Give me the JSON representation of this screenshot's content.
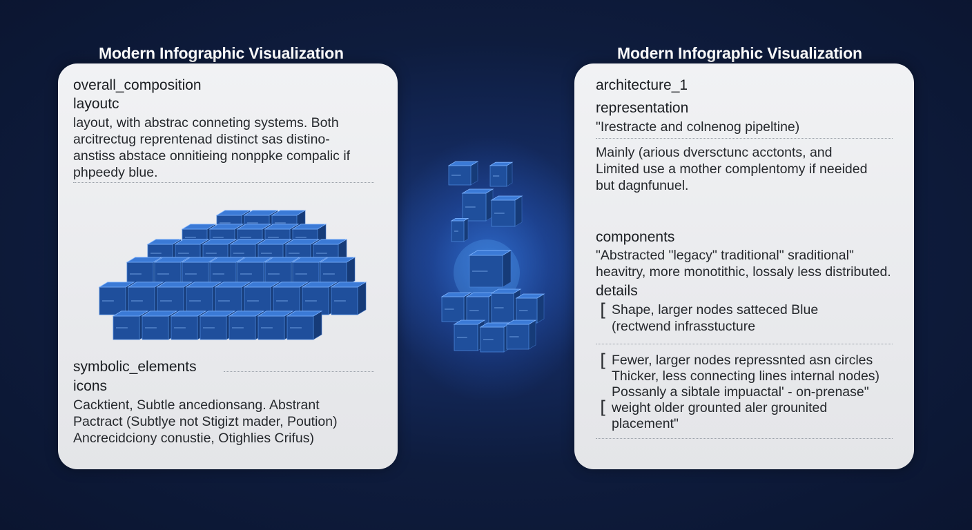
{
  "left_panel": {
    "title": "Modern Infographic Visualization",
    "heading1": "overall_composition",
    "heading2": "layoutc",
    "body": [
      "layout,  with abstrac conneting systems. Both",
      "arcitrectug reprentenad distinct sas distino-",
      "anstiss abstace onnitieing nonppke compalic if",
      "phpeedy blue."
    ],
    "heading3": "symbolic_elements",
    "heading4": "icons",
    "body2": [
      "Cacktient, Subtle ancedionsang. Abstrant",
      "Pactract (Subtlye not Stigizt mader, Poution)",
      "Ancrecidciony conustie, Otighlies Crifus)"
    ]
  },
  "right_panel": {
    "title": "Modern Infographic Visualization",
    "heading1": "architecture_1",
    "heading2": "representation",
    "quote": "\"Irestracte and colnenog pipeltine)",
    "body": [
      "Mainly (arious dversctunc acctonts, and",
      "Limited use a mother complentomy if neeided",
      "but dagnfunuel."
    ],
    "heading3": "components",
    "components": [
      "\"Abstracted \"legacy\" traditional\" sraditional\"",
      "heavitry, more monotithic, lossaly less distributed."
    ],
    "heading4": "details",
    "detail1": [
      "Shape, larger nodes satteced Blue",
      "(rectwend infrasstucture"
    ],
    "detail2": [
      "Fewer, larger nodes repressnted asn circles",
      "Thicker, less connecting lines internal nodes)",
      "Possanly a sibtale impuactal' - on-prenase\"",
      "weight older grounted aler grounited",
      "placement\""
    ],
    "bracket_char": "["
  },
  "colors": {
    "cube_front": "#1f4f9c",
    "cube_top": "#3b7ad6",
    "cube_side": "#163b78",
    "accent_glow": "#5ab0ff"
  }
}
